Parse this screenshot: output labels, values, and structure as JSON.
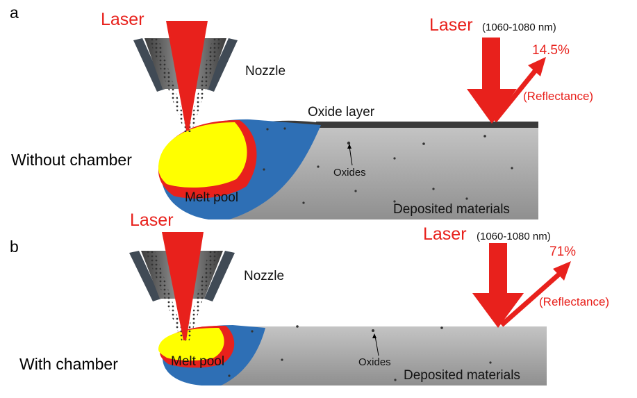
{
  "panels": [
    {
      "id": "a",
      "panel_letter": "a",
      "laser_label": "Laser",
      "nozzle_label": "Nozzle",
      "condition_label": "Without chamber",
      "melt_pool_label": "Melt pool",
      "oxides_label": "Oxides",
      "oxide_layer_label": "Oxide layer",
      "deposited_label": "Deposited materials",
      "incident_laser_label": "Laser",
      "wavelength_label": "(1060-1080 nm)",
      "reflectance_value": "14.5%",
      "reflectance_label": "(Reflectance)"
    },
    {
      "id": "b",
      "panel_letter": "b",
      "laser_label": "Laser",
      "nozzle_label": "Nozzle",
      "condition_label": "With chamber",
      "melt_pool_label": "Melt pool",
      "oxides_label": "Oxides",
      "deposited_label": "Deposited materials",
      "incident_laser_label": "Laser",
      "wavelength_label": "(1060-1080 nm)",
      "reflectance_value": "71%",
      "reflectance_label": "(Reflectance)"
    }
  ],
  "colors": {
    "laser": "#e8211c",
    "melt_core": "#ffff00",
    "melt_ring": "#e8211c",
    "heat_zone": "#2e6fb5",
    "deposit": "#a6a6a6",
    "oxide_layer": "#3a3a3a",
    "nozzle": "#404a55"
  }
}
